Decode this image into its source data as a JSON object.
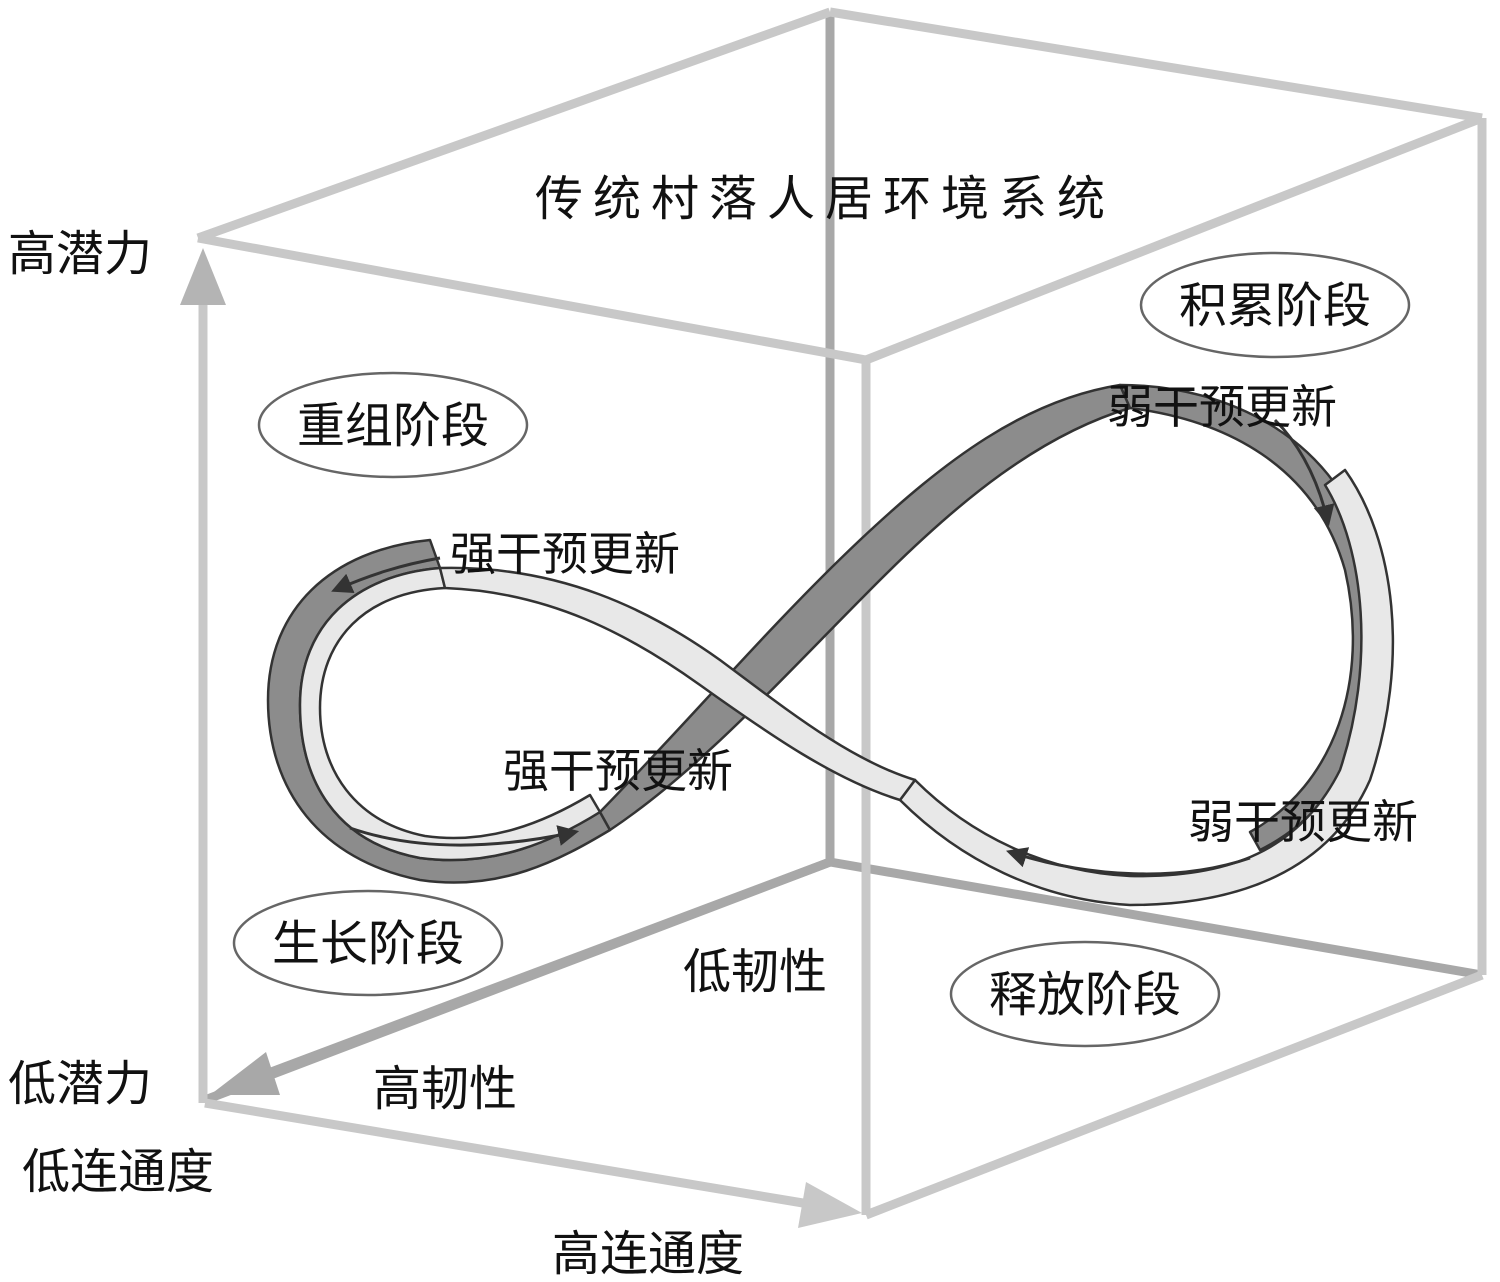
{
  "title": "传统村落人居环境系统",
  "axes": {
    "potential_high": "高潜力",
    "potential_low": "低潜力",
    "connectivity_low": "低连通度",
    "connectivity_high": "高连通度",
    "resilience_low": "低韧性",
    "resilience_high": "高韧性"
  },
  "phases": {
    "reorganization": "重组阶段",
    "accumulation": "积累阶段",
    "growth": "生长阶段",
    "release": "释放阶段"
  },
  "interventions": {
    "strong_upper_left": "强干预更新",
    "strong_center": "强干预更新",
    "weak_upper_right": "弱干预更新",
    "weak_lower_right": "弱干预更新"
  },
  "colors": {
    "frame": "#c8c8c8",
    "frame_back": "#a8a8a8",
    "axis_arrow": "#b4b4b4",
    "band_dark": "#8c8c8c",
    "band_light": "#e8e8e8",
    "band_edge": "#333333",
    "ellipse_stroke": "#666666"
  }
}
